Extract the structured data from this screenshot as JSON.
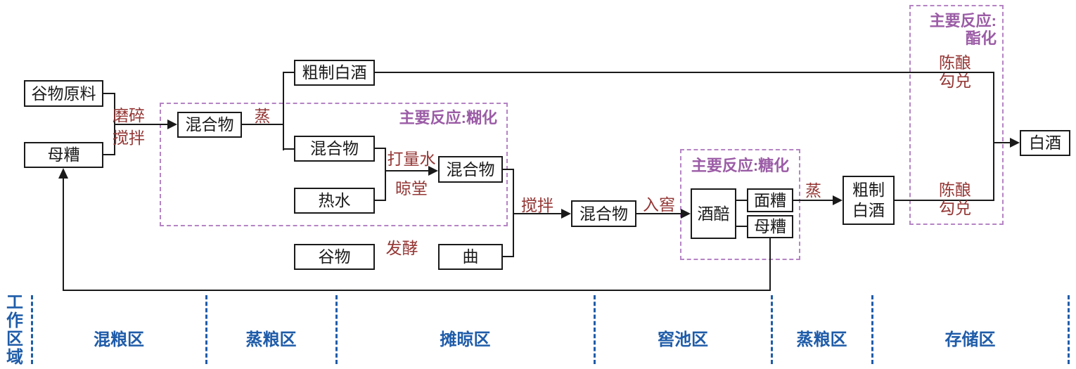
{
  "diagram": {
    "subject": "baijiu-production-flowchart",
    "colors": {
      "flow_line": "#1a1a1a",
      "process_label": "#943634",
      "reaction_label": "#9b5ca6",
      "reaction_border": "#b584c4",
      "zone_blue": "#1f5ca9"
    },
    "nodes": [
      {
        "id": "grain-raw-material",
        "label": "谷物原料"
      },
      {
        "id": "mother-mash-1",
        "label": "母糟"
      },
      {
        "id": "mixture-1",
        "label": "混合物"
      },
      {
        "id": "crude-baijiu-1",
        "label": "粗制白酒"
      },
      {
        "id": "mixture-2",
        "label": "混合物"
      },
      {
        "id": "hot-water",
        "label": "热水"
      },
      {
        "id": "mixture-3",
        "label": "混合物"
      },
      {
        "id": "grain",
        "label": "谷物"
      },
      {
        "id": "qu-starter",
        "label": "曲"
      },
      {
        "id": "mixture-4",
        "label": "混合物"
      },
      {
        "id": "jiupei",
        "label": "酒醅"
      },
      {
        "id": "top-mash",
        "label": "面糟"
      },
      {
        "id": "mother-mash-2",
        "label": "母糟"
      },
      {
        "id": "crude-baijiu-2",
        "label": "粗制\n白酒"
      },
      {
        "id": "baijiu",
        "label": "白酒"
      }
    ],
    "process_labels": [
      {
        "id": "grind-stir",
        "label": "磨碎\n搅拌"
      },
      {
        "id": "steam-1",
        "label": "蒸"
      },
      {
        "id": "add-measured-water",
        "label": "打量水"
      },
      {
        "id": "spread-cool",
        "label": "晾堂"
      },
      {
        "id": "stir",
        "label": "搅拌"
      },
      {
        "id": "enter-cellar",
        "label": "入窖"
      },
      {
        "id": "ferment",
        "label": "发酵"
      },
      {
        "id": "steam-2",
        "label": "蒸"
      },
      {
        "id": "aging-blending-top",
        "label": "陈酿\n勾兑"
      },
      {
        "id": "aging-blending-bottom",
        "label": "陈酿\n勾兑"
      }
    ],
    "reactions": [
      {
        "id": "gelatinization",
        "label": "主要反应:糊化"
      },
      {
        "id": "saccharification",
        "label": "主要反应:糖化"
      },
      {
        "id": "esterification",
        "label": "主要反应:\n酯化"
      }
    ],
    "zones": {
      "axis_label": "工作区域",
      "items": [
        {
          "label": "混粮区"
        },
        {
          "label": "蒸粮区"
        },
        {
          "label": "摊晾区"
        },
        {
          "label": "窖池区"
        },
        {
          "label": "蒸粮区"
        },
        {
          "label": "存储区"
        }
      ]
    }
  }
}
